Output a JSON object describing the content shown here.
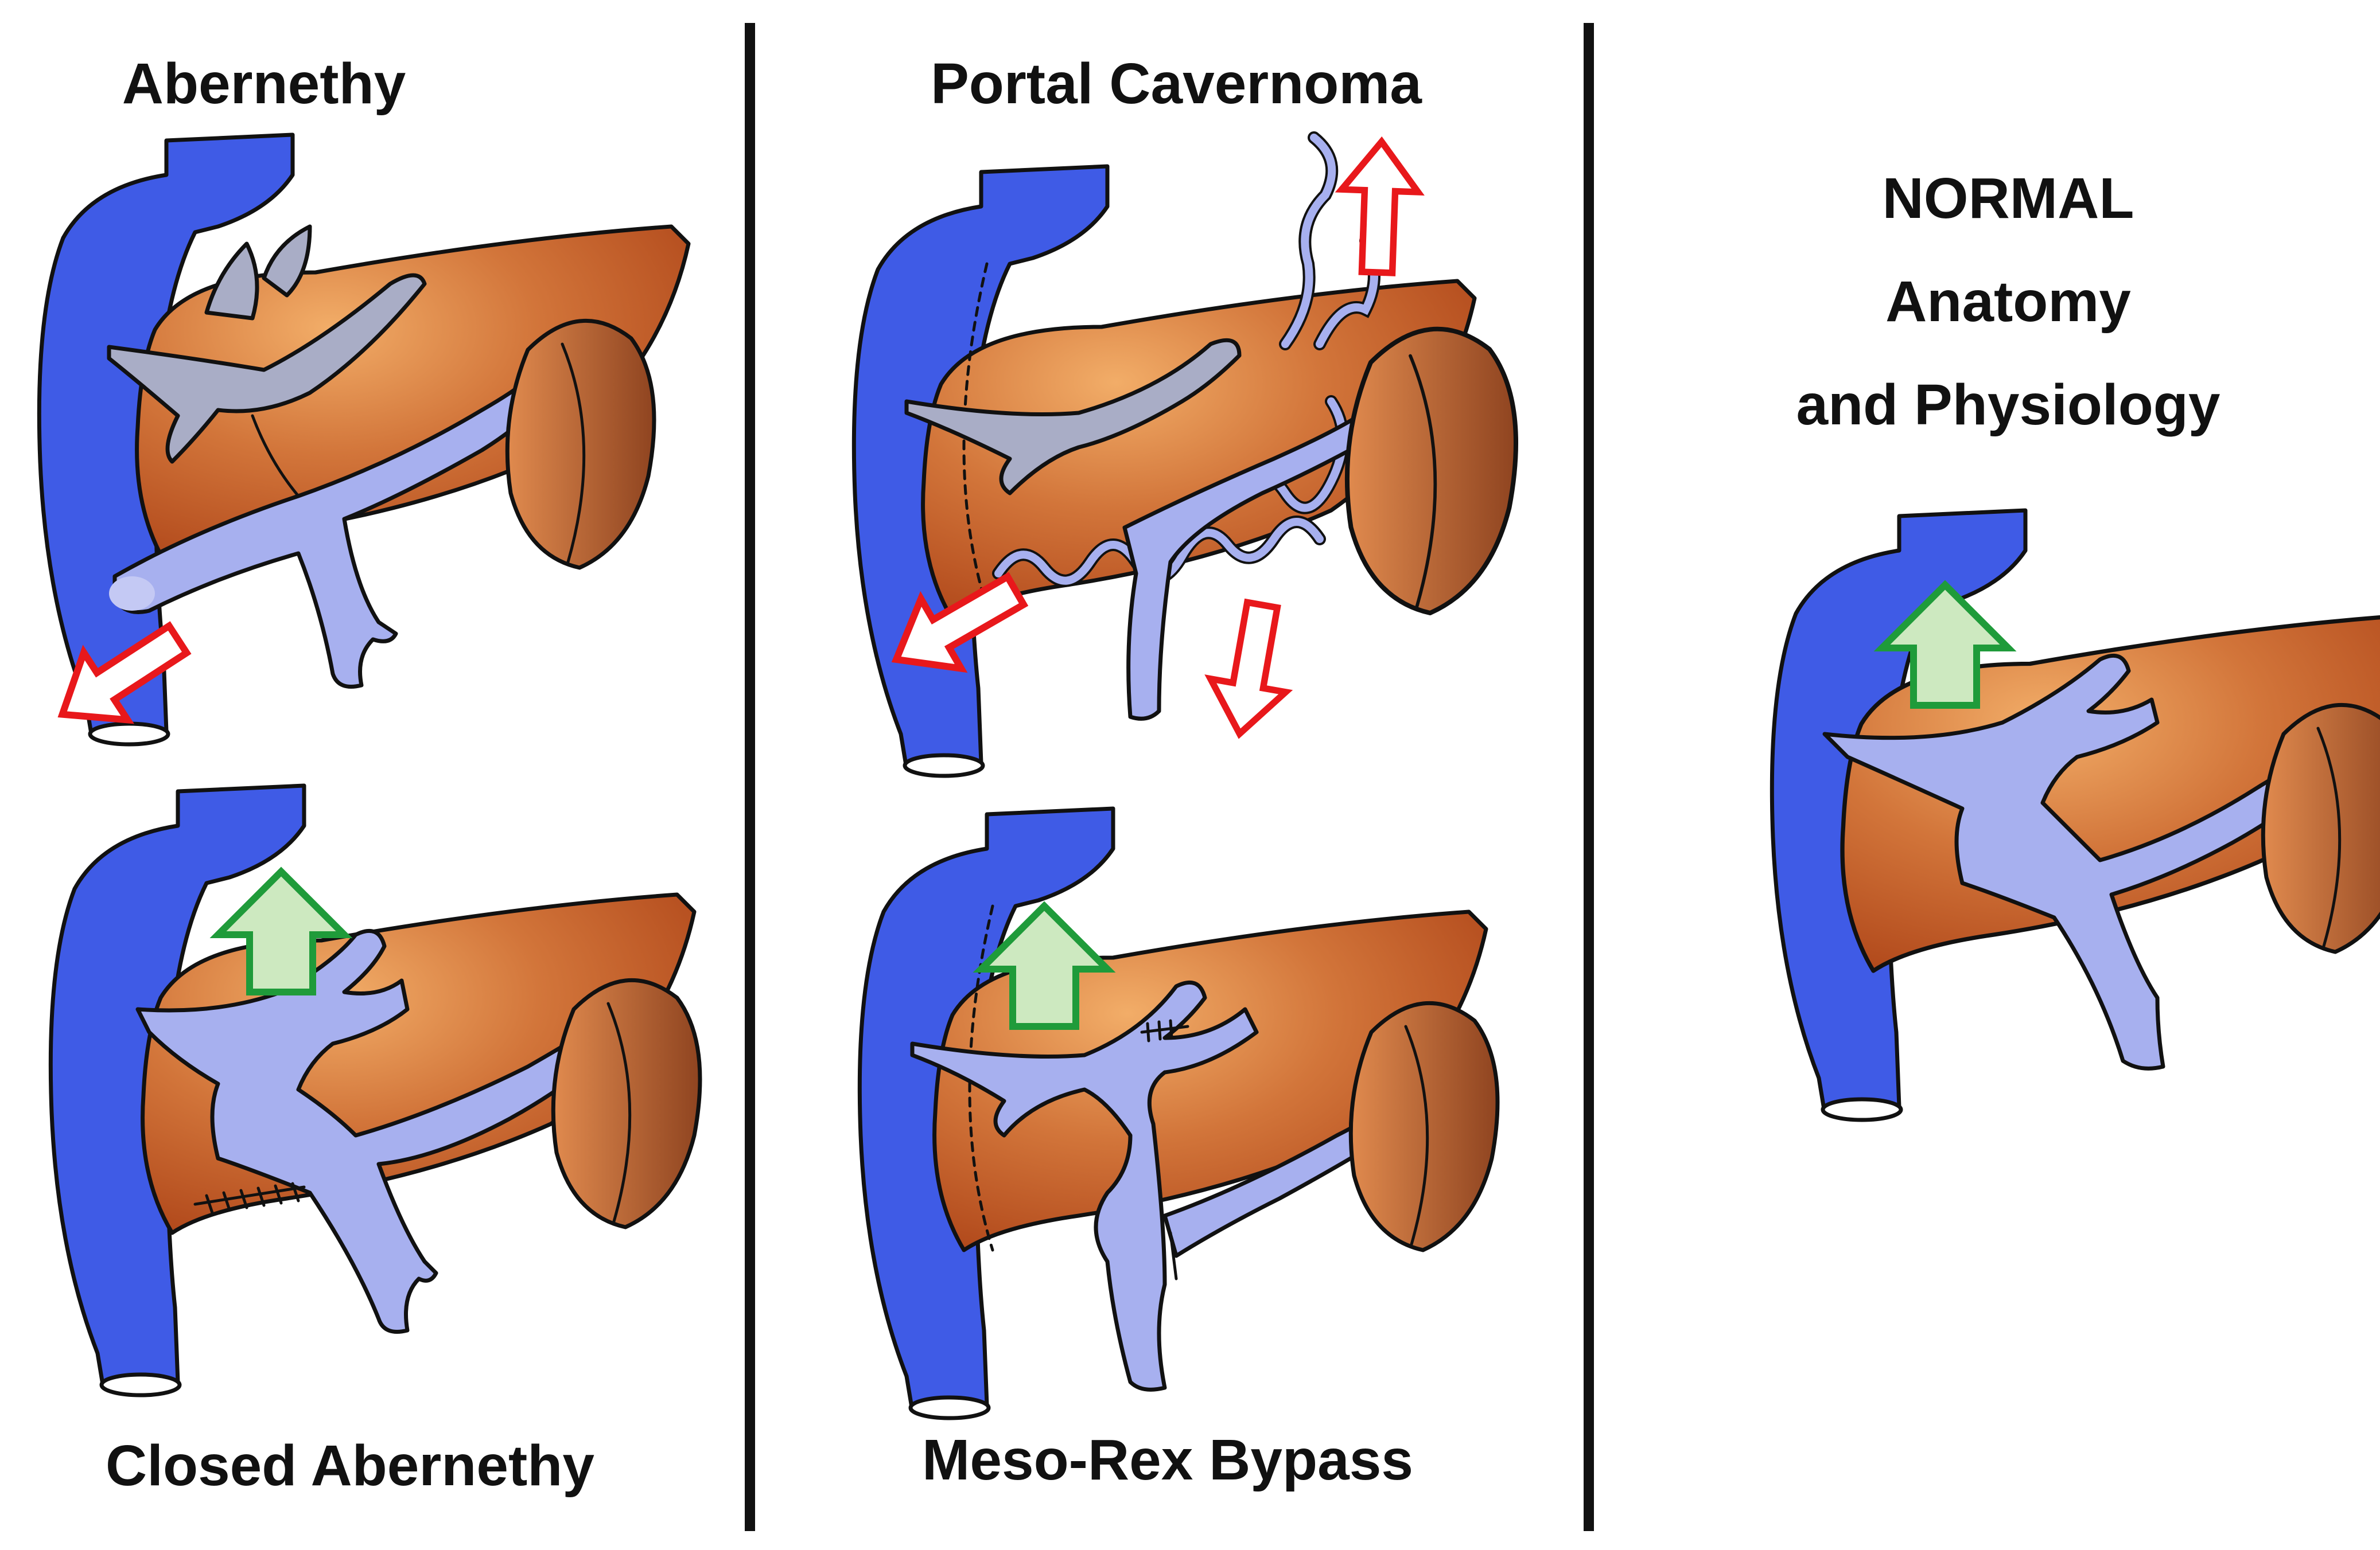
{
  "panels": {
    "abernethy": {
      "top_label": "Abernethy",
      "bottom_label": "Closed Abernethy"
    },
    "portal_cavernoma": {
      "top_label": "Portal Cavernoma",
      "bottom_label": "Meso-Rex Bypass"
    },
    "normal": {
      "label_line1": "NORMAL",
      "label_line2": "Anatomy",
      "label_line3": "and Physiology"
    }
  },
  "colors": {
    "vena_cava": "#3f5be6",
    "liver_dark": "#b24a1c",
    "liver_light": "#f2ad68",
    "portal_vein": "#a7b0ef",
    "spleen": "#9a4e25",
    "hepatic_vein_gray": "#a9adc6",
    "red_arrow": "#e8181b",
    "green_arrow": "#1f9b3a",
    "green_fill": "#cde9c0",
    "divider": "#111111"
  },
  "icons": {
    "shunt_arrow": "red-hollow-arrow-icon",
    "hepatopetal_arrow": "green-up-arrow-icon"
  }
}
